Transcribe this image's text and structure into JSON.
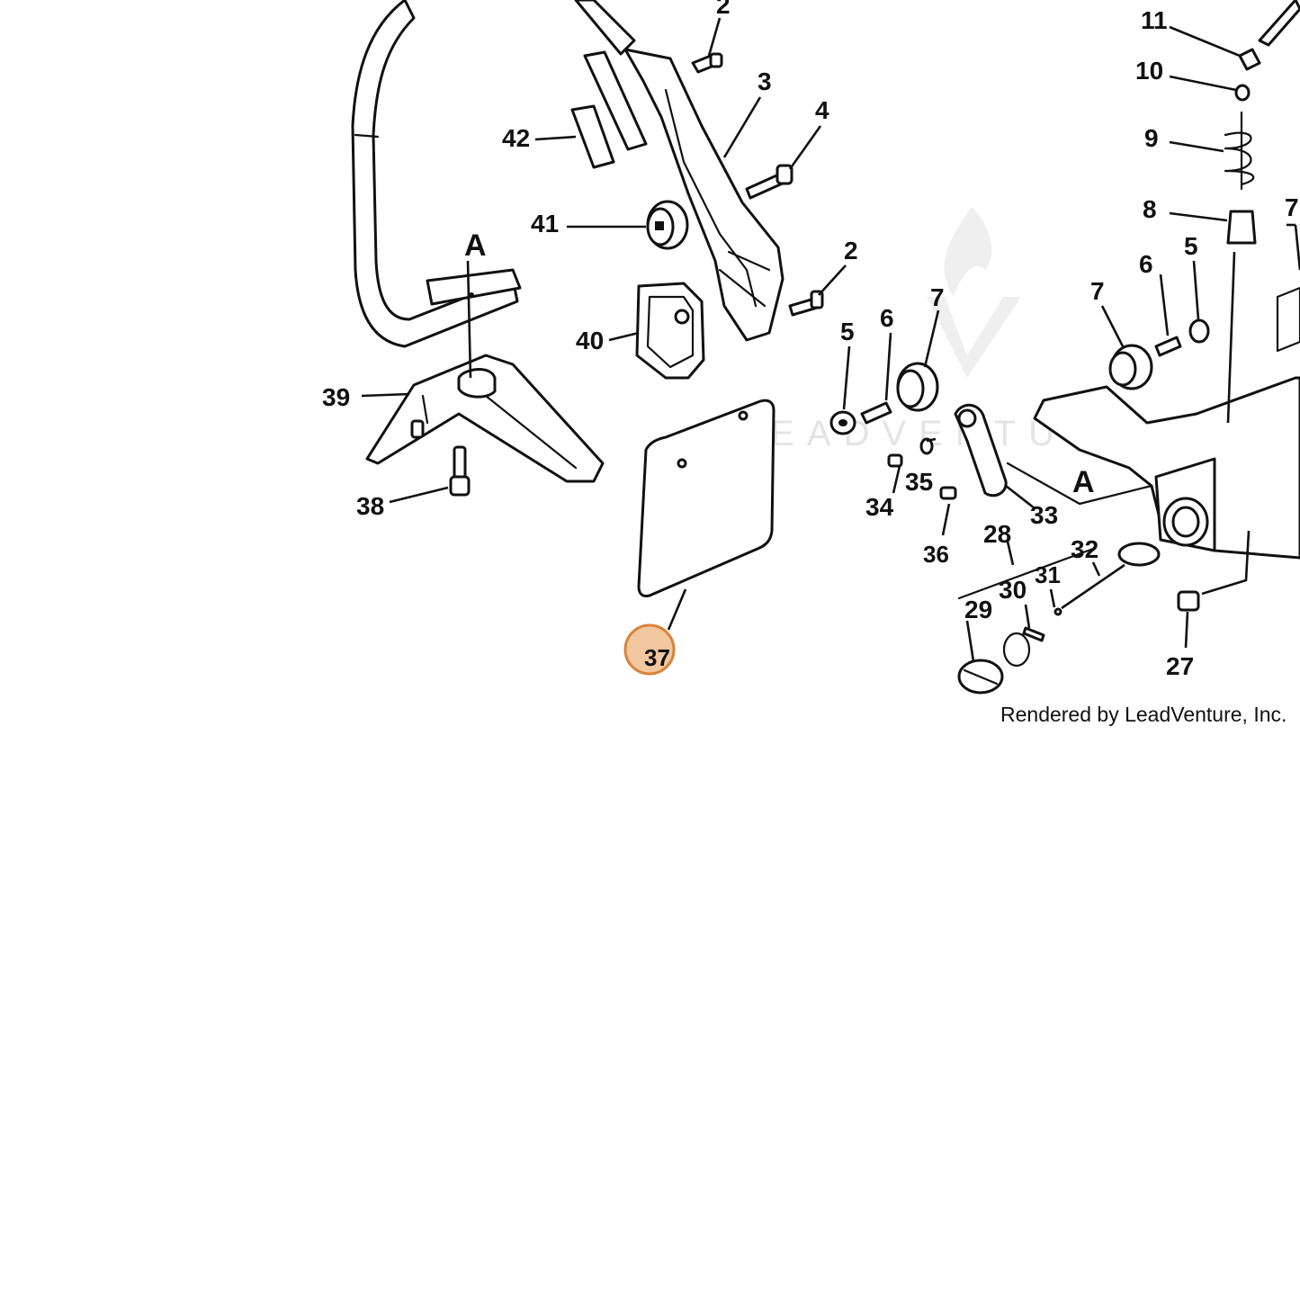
{
  "diagram": {
    "callouts": {
      "c2a": "2",
      "c2b": "2",
      "c3": "3",
      "c4": "4",
      "c5a": "5",
      "c5b": "5",
      "c6a": "6",
      "c6b": "6",
      "c7a": "7",
      "c7b": "7",
      "c7c": "7",
      "c8": "8",
      "c9": "9",
      "c10": "10",
      "c11": "11",
      "c27": "27",
      "c28": "28",
      "c29": "29",
      "c30": "30",
      "c31": "31",
      "c32": "32",
      "c33": "33",
      "c34": "34",
      "c35": "35",
      "c36": "36",
      "c38": "38",
      "c39": "39",
      "c40": "40",
      "c41": "41",
      "c42": "42"
    },
    "highlighted": {
      "label": "37",
      "fill": "#f0c79e",
      "stroke": "#d9833a"
    },
    "section_marker_a1": "A",
    "section_marker_a2": "A",
    "watermark_text": "LEADVENTURE",
    "credit": "Rendered by LeadVenture, Inc."
  }
}
